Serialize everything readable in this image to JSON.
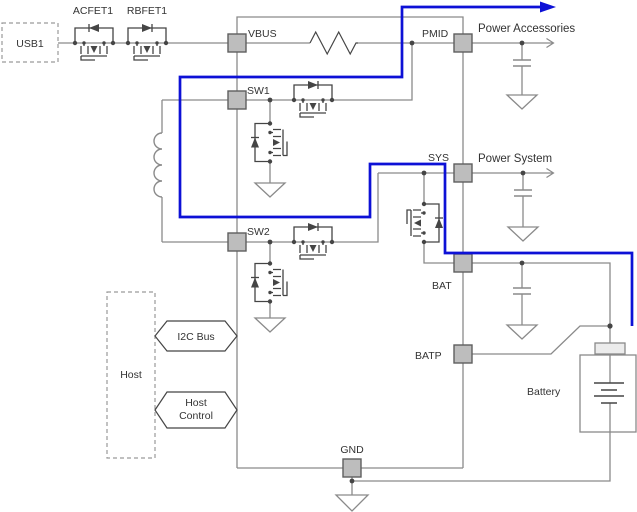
{
  "colors": {
    "wire": "#8a8a8a",
    "component": "#454545",
    "highlight": "#0d11d6",
    "pin_fill": "#bdbdbd",
    "pin_stroke": "#5f5f5f",
    "text": "#333333",
    "dash": "#9a9a9a"
  },
  "labels": {
    "usb1": "USB1",
    "acfet1": "ACFET1",
    "rbfet1": "RBFET1",
    "battery": "Battery"
  },
  "pins": {
    "vbus": "VBUS",
    "sw1": "SW1",
    "sw2": "SW2",
    "gnd": "GND",
    "pmid": "PMID",
    "sys": "SYS",
    "bat": "BAT",
    "batp": "BATP"
  },
  "outputs": {
    "accessories": "Power Accessories",
    "system": "Power System"
  },
  "host": {
    "label": "Host",
    "i2c_bus": "I2C Bus",
    "control_line1": "Host",
    "control_line2": "Control"
  }
}
